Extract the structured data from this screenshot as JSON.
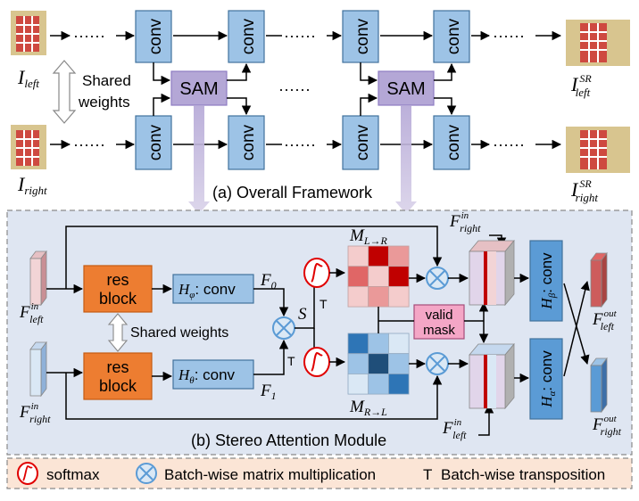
{
  "colors": {
    "conv_fill": "#9dc3e6",
    "conv_stroke": "#41719c",
    "sam_fill": "#b4a7d6",
    "sam_stroke": "#8e7cc3",
    "res_fill": "#ed7d31",
    "panel_fill": "#dfe6f2",
    "legend_fill": "#fbe5d6",
    "valid_mask_fill": "#f4a6c6",
    "softmax_red": "#e00000",
    "mult_blue": "#5b9bd5",
    "matrix_red": [
      "#c00000",
      "#e06666",
      "#f4cccc",
      "#ea9999"
    ],
    "matrix_blue": [
      "#1f4e79",
      "#2e75b6",
      "#9dc3e6",
      "#dae8f5"
    ]
  },
  "top": {
    "conv": "conv",
    "sam": "SAM",
    "dots": "······",
    "shared_weights_line1": "Shared",
    "shared_weights_line2": "weights",
    "i_left_base": "I",
    "i_left_sub": "left",
    "i_right_base": "I",
    "i_right_sub": "right",
    "sr_sup": "SR",
    "caption": "(a)  Overall Framework"
  },
  "sam_module": {
    "res_line1": "res",
    "res_line2": "block",
    "h_phi": "Hφ: conv",
    "h_phi_base": "H",
    "h_phi_sub": "φ",
    "h_theta_base": "H",
    "h_theta_sub": "θ",
    "conv_suffix": ": conv",
    "f0_base": "F",
    "f0_sub": "0",
    "f1_base": "F",
    "f1_sub": "1",
    "s_symbol": "S",
    "t_mark": "T",
    "shared_weights": "Shared weights",
    "m_lr_base": "M",
    "m_lr_sub": "L→R",
    "m_rl_base": "M",
    "m_rl_sub": "R→L",
    "valid_line1": "valid",
    "valid_line2": "mask",
    "f_base": "F",
    "in_sup": "in",
    "out_sup": "out",
    "left_sub": "left",
    "right_sub": "right",
    "h_beta_base": "H",
    "h_beta_sub": "β",
    "h_alpha_base": "H",
    "h_alpha_sub": "α",
    "caption": "(b) Stereo Attention Module"
  },
  "legend": {
    "softmax": "softmax",
    "mult": "Batch-wise matrix multiplication",
    "t_symbol": "T",
    "transpose": "Batch-wise transposition"
  }
}
